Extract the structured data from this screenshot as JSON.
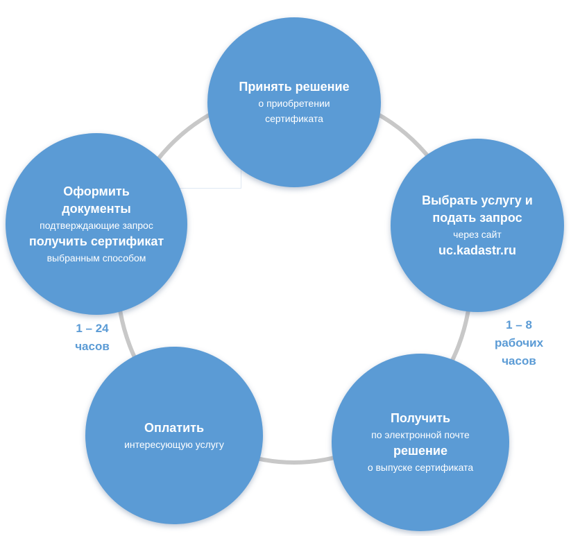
{
  "steps": [
    {
      "title": "Принять решение",
      "line1": "о приобретении",
      "line2": "сертификата"
    },
    {
      "title_1": "Выбрать услугу и",
      "title_2": "подать запрос",
      "line1": "через сайт",
      "site": "uc.kadastr.ru"
    },
    {
      "title": "Получить",
      "line1": "по электронной почте",
      "title_2": "решение",
      "line2": "о выпуске сертификата"
    },
    {
      "title": "Оплатить",
      "line1": "интересующую услугу"
    },
    {
      "title_1": "Оформить",
      "title_2": "документы",
      "line1": "подтверждающие запрос",
      "title_3": "получить сертификат",
      "line2": "выбранным способом"
    }
  ],
  "durations": {
    "left": {
      "line1": "1 – 24",
      "line2": "часов"
    },
    "right": {
      "line1": "1 – 8",
      "line2": "рабочих",
      "line3": "часов"
    }
  },
  "colors": {
    "circle": "#5b9bd5",
    "ring": "#c8c8c8",
    "text": "#ffffff",
    "duration": "#5b9bd5"
  }
}
